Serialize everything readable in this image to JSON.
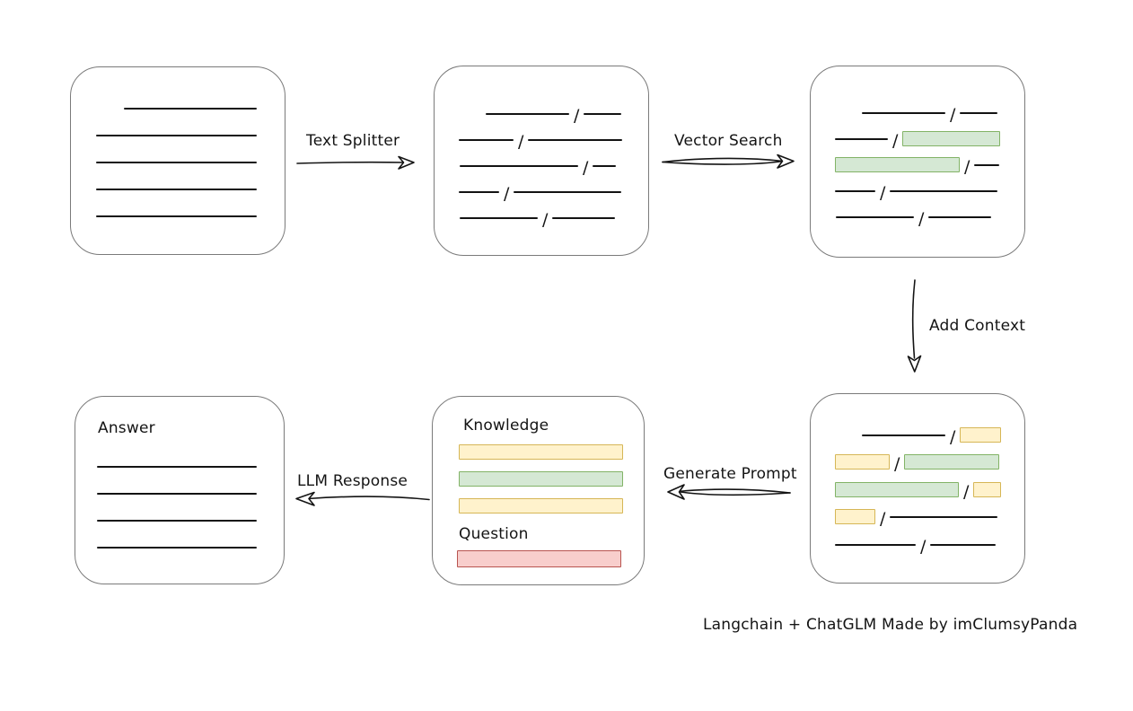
{
  "caption": "Langchain + ChatGLM Made by imClumsyPanda",
  "slash_char": "/",
  "arrows": {
    "text_splitter": {
      "label": "Text Splitter",
      "direction": "right"
    },
    "vector_search": {
      "label": "Vector Search",
      "direction": "right"
    },
    "add_context": {
      "label": "Add Context",
      "direction": "down"
    },
    "generate_prompt": {
      "label": "Generate Prompt",
      "direction": "left"
    },
    "llm_response": {
      "label": "LLM Response",
      "direction": "left"
    }
  },
  "document_box": {
    "lines": [
      {
        "ind": 31,
        "w": 148
      },
      {
        "ind": 0,
        "w": 179
      },
      {
        "ind": 0,
        "w": 179
      },
      {
        "ind": 0,
        "w": 179
      },
      {
        "ind": 0,
        "w": 179
      }
    ]
  },
  "chunks_box": {
    "rows": [
      {
        "ind": 30,
        "segs": [
          [
            "line",
            93
          ],
          [
            "slash"
          ],
          [
            "line",
            42
          ]
        ]
      },
      {
        "ind": 0,
        "segs": [
          [
            "line",
            61
          ],
          [
            "slash"
          ],
          [
            "line",
            105
          ]
        ]
      },
      {
        "ind": 1,
        "segs": [
          [
            "line",
            132
          ],
          [
            "slash"
          ],
          [
            "line",
            26
          ]
        ]
      },
      {
        "ind": 0,
        "segs": [
          [
            "line",
            45
          ],
          [
            "slash"
          ],
          [
            "line",
            120
          ]
        ]
      },
      {
        "ind": 1,
        "segs": [
          [
            "line",
            87
          ],
          [
            "slash"
          ],
          [
            "line",
            70
          ]
        ]
      }
    ]
  },
  "search_box": {
    "rows": [
      {
        "ind": 30,
        "segs": [
          [
            "line",
            93
          ],
          [
            "slash"
          ],
          [
            "line",
            42
          ]
        ]
      },
      {
        "ind": 0,
        "segs": [
          [
            "line",
            59
          ],
          [
            "slash"
          ],
          [
            "green",
            109
          ]
        ]
      },
      {
        "ind": 0,
        "segs": [
          [
            "green",
            139
          ],
          [
            "slash"
          ],
          [
            "line",
            28
          ]
        ]
      },
      {
        "ind": 0,
        "segs": [
          [
            "line",
            45
          ],
          [
            "slash"
          ],
          [
            "line",
            120
          ]
        ]
      },
      {
        "ind": 1,
        "segs": [
          [
            "line",
            87
          ],
          [
            "slash"
          ],
          [
            "line",
            70
          ]
        ]
      }
    ]
  },
  "context_box": {
    "rows": [
      {
        "ind": 30,
        "segs": [
          [
            "line",
            93
          ],
          [
            "slash"
          ],
          [
            "yellow",
            46
          ]
        ]
      },
      {
        "ind": 0,
        "segs": [
          [
            "yellow",
            61
          ],
          [
            "slash"
          ],
          [
            "green",
            106
          ]
        ]
      },
      {
        "ind": 0,
        "segs": [
          [
            "green",
            138
          ],
          [
            "slash"
          ],
          [
            "yellow",
            31
          ]
        ]
      },
      {
        "ind": 0,
        "segs": [
          [
            "yellow",
            45
          ],
          [
            "slash"
          ],
          [
            "line",
            120
          ]
        ]
      },
      {
        "ind": 0,
        "segs": [
          [
            "line",
            90
          ],
          [
            "slash"
          ],
          [
            "line",
            73
          ]
        ]
      }
    ]
  },
  "prompt_box": {
    "knowledge_label": "Knowledge",
    "question_label": "Question",
    "knowledge_bars": [
      "yellow",
      "green",
      "yellow"
    ],
    "question_bars": [
      "red"
    ]
  },
  "answer_box": {
    "label": "Answer",
    "lines": [
      {
        "ind": 0,
        "w": 178
      },
      {
        "ind": 0,
        "w": 178
      },
      {
        "ind": 0,
        "w": 178
      },
      {
        "ind": 0,
        "w": 178
      }
    ]
  },
  "colors": {
    "ink": "#131313",
    "box_stroke": "#7a7a7a",
    "green": {
      "fill": "#d5e8d4",
      "stroke": "#82b366"
    },
    "yellow": {
      "fill": "#fff2cc",
      "stroke": "#d6b656"
    },
    "red": {
      "fill": "#f8cecc",
      "stroke": "#b85450"
    }
  }
}
